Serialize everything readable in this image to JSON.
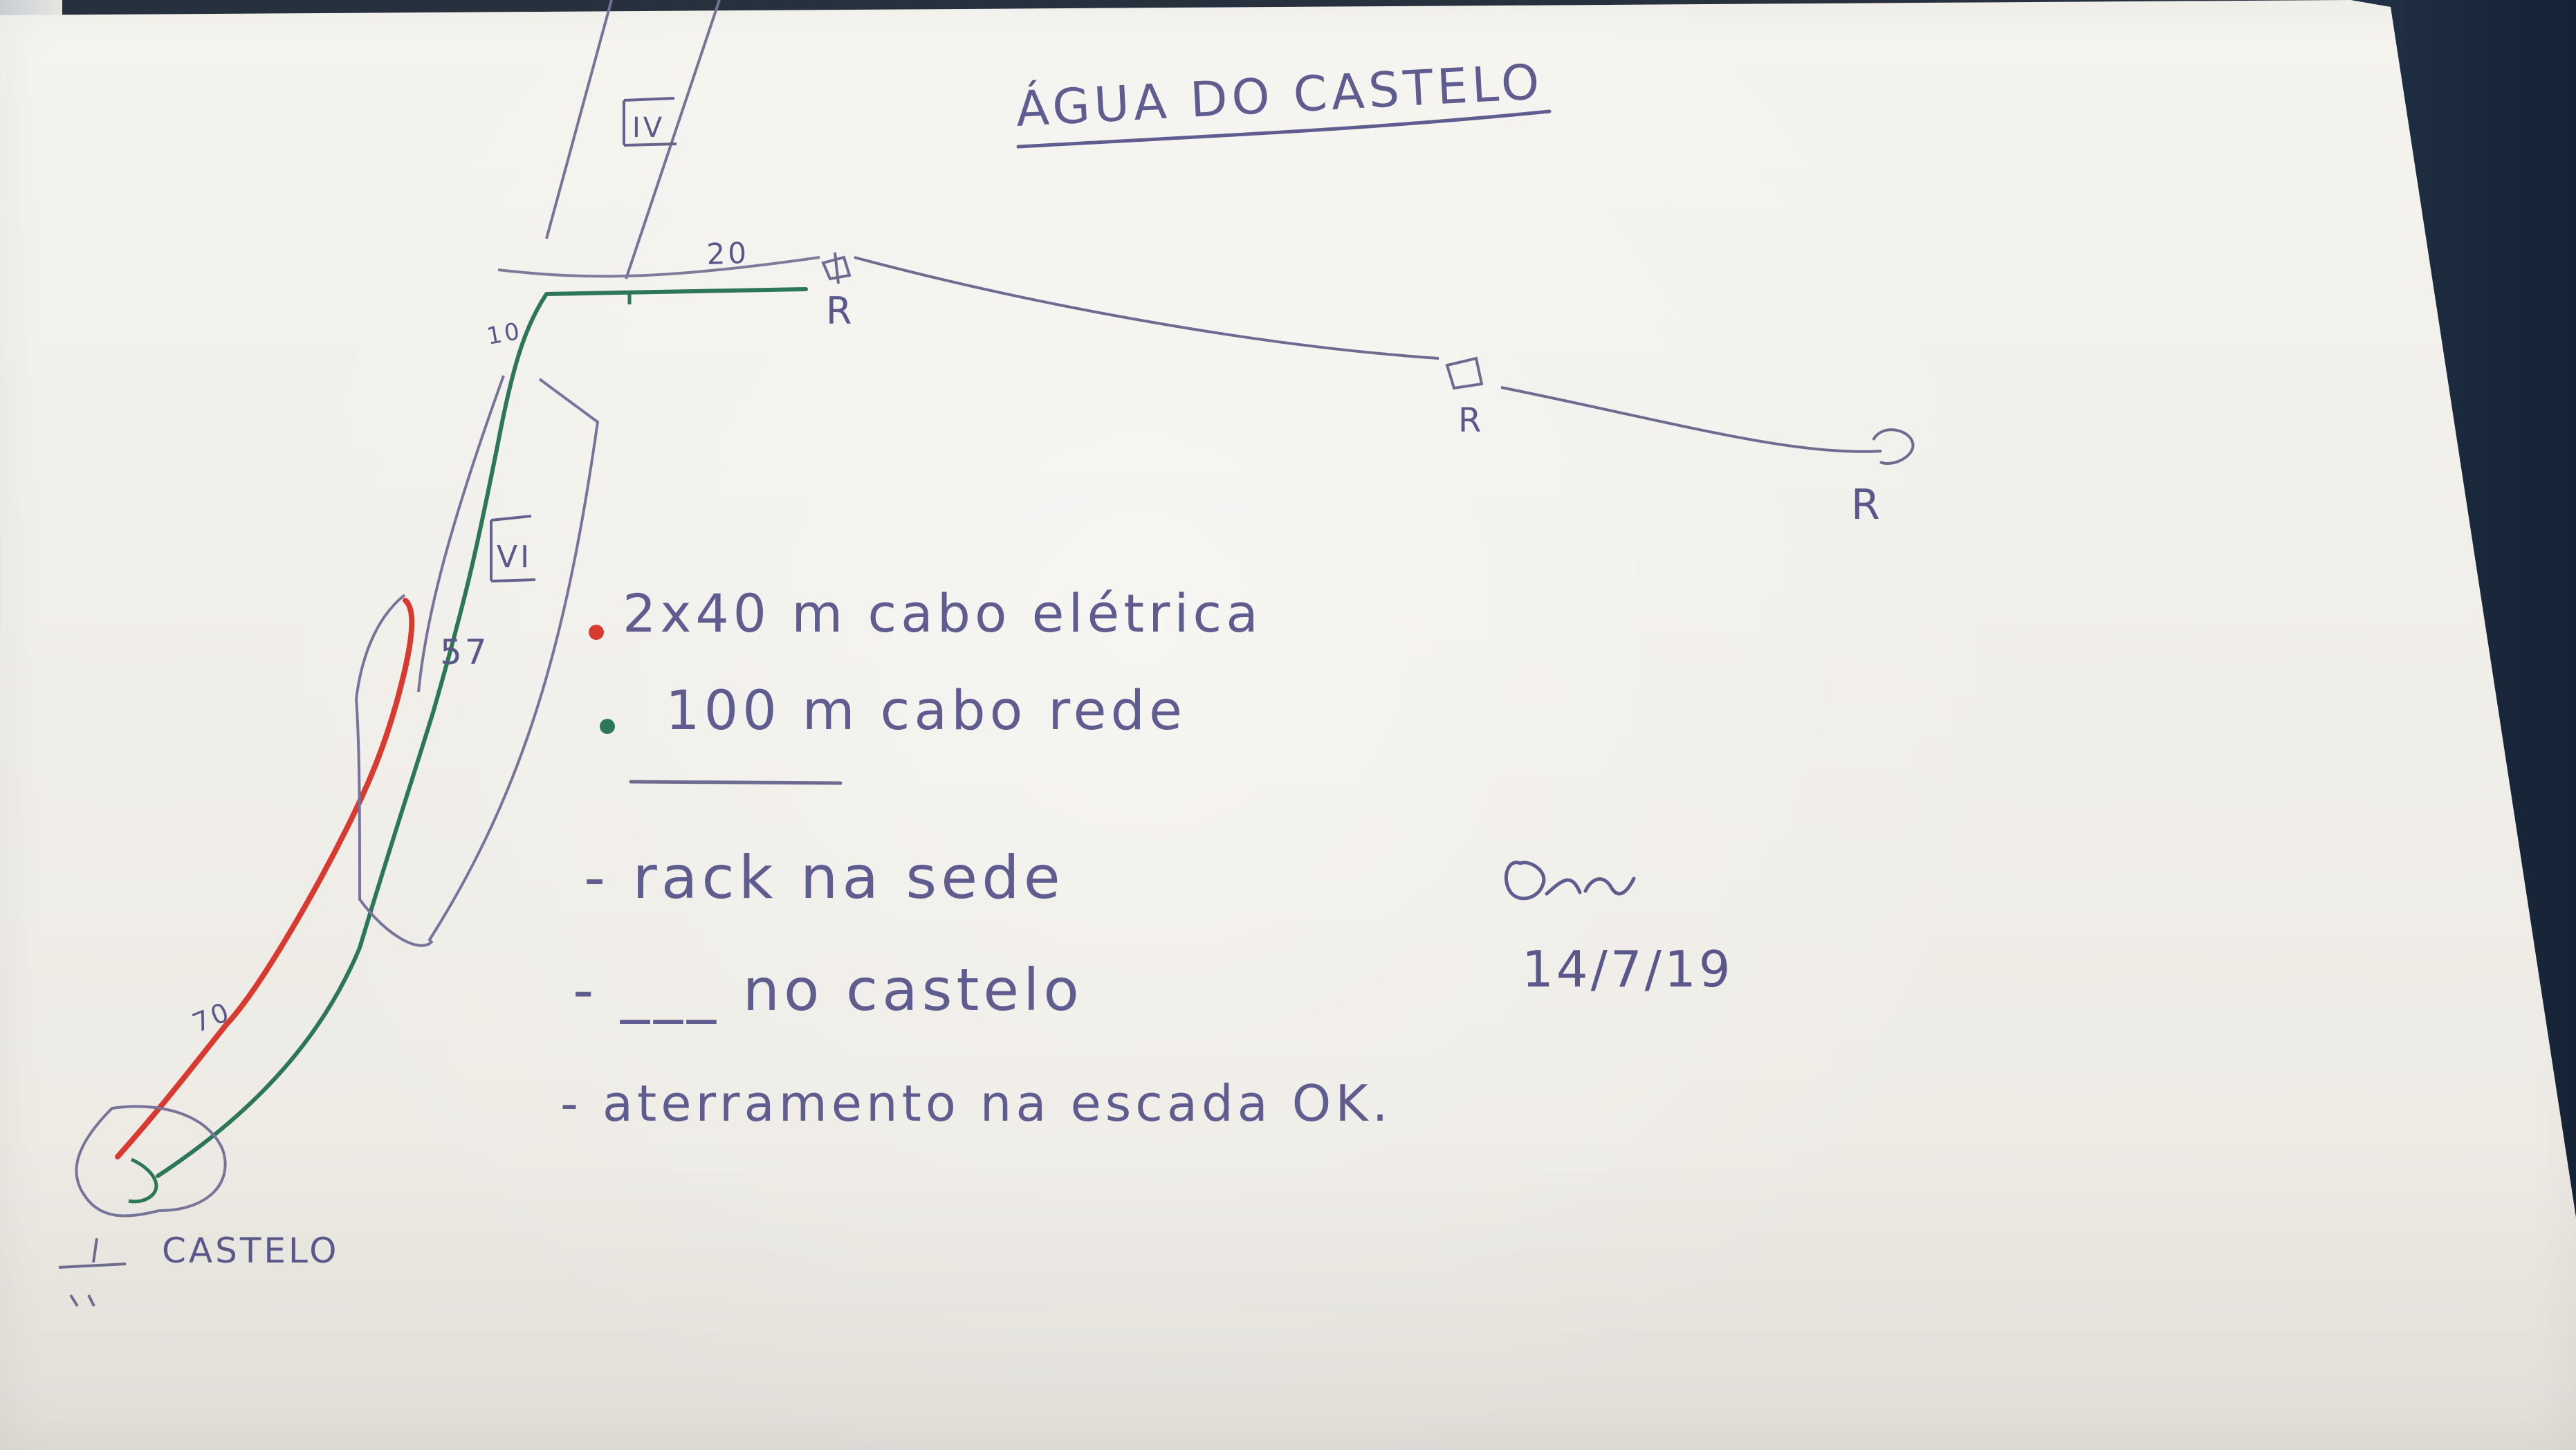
{
  "title": "ÁGUA DO CASTELO",
  "labels": {
    "section_iv": "IV",
    "section_vi": "VI",
    "dist_20": "20",
    "dist_10": "10",
    "dist_57": "57",
    "dist_70": "70",
    "castelo": "CASTELO"
  },
  "repeaters": [
    "R",
    "R",
    "R"
  ],
  "legend": {
    "red": "2x40 m cabo elétrica",
    "green": "100 m cabo rede"
  },
  "notes": [
    "- rack na sede",
    "- ___ no castelo",
    "- aterramento na escada OK."
  ],
  "signature": {
    "date": "14/7/19"
  },
  "colors": {
    "ink": "#5f5c8f",
    "red": "#d93a2f",
    "green": "#2c775a"
  }
}
